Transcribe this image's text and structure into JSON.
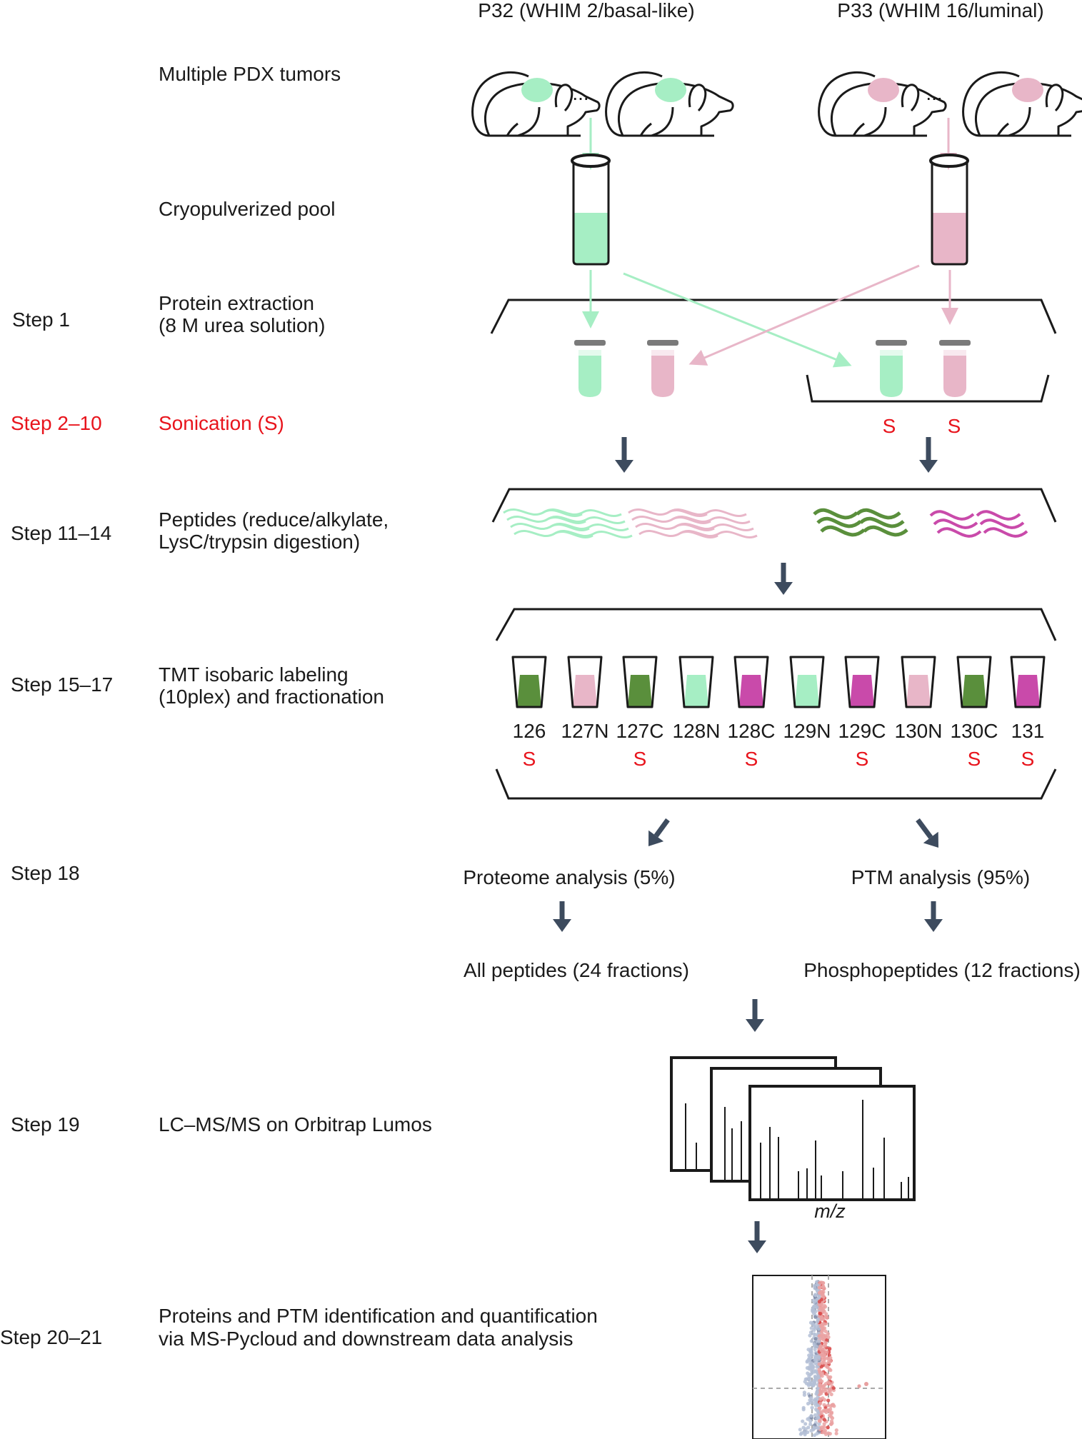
{
  "headers": {
    "p32": "P32 (WHIM 2/basal-like)",
    "p33": "P33 (WHIM 16/luminal)"
  },
  "rows": {
    "pdx": "Multiple PDX tumors",
    "cryo": "Cryopulverized pool",
    "step1_label": "Step 1",
    "step1_line1": "Protein extraction",
    "step1_line2": "(8 M urea solution)",
    "step2_label": "Step 2–10",
    "step2_text": "Sonication (S)",
    "step11_label": "Step 11–14",
    "step11_line1": "Peptides (reduce/alkylate,",
    "step11_line2": "LysC/trypsin digestion)",
    "step15_label": "Step 15–17",
    "step15_line1": "TMT isobaric labeling",
    "step15_line2": "(10plex) and fractionation",
    "step18_label": "Step 18",
    "step19_label": "Step 19",
    "step19_text": "LC–MS/MS on Orbitrap Lumos",
    "step20_label": "Step 20–21",
    "step20_line1": "Proteins and PTM identification and quantification",
    "step20_line2": "via MS-Pycloud and downstream data analysis"
  },
  "ellipsis": "...",
  "sonication_marker": "S",
  "tmt_channels": [
    {
      "label": "126",
      "color": "dark-green",
      "sonicated": true
    },
    {
      "label": "127N",
      "color": "light-pink",
      "sonicated": false
    },
    {
      "label": "127C",
      "color": "dark-green",
      "sonicated": true
    },
    {
      "label": "128N",
      "color": "light-green",
      "sonicated": false
    },
    {
      "label": "128C",
      "color": "magenta",
      "sonicated": true
    },
    {
      "label": "129N",
      "color": "light-green",
      "sonicated": false
    },
    {
      "label": "129C",
      "color": "magenta",
      "sonicated": true
    },
    {
      "label": "130N",
      "color": "light-pink",
      "sonicated": false
    },
    {
      "label": "130C",
      "color": "dark-green",
      "sonicated": true
    },
    {
      "label": "131",
      "color": "magenta",
      "sonicated": true
    }
  ],
  "analysis": {
    "proteome": "Proteome analysis (5%)",
    "ptm": "PTM analysis (95%)",
    "all_peptides": "All peptides (24 fractions)",
    "phosphopeptides": "Phosphopeptides (12 fractions)"
  },
  "spectrum_axis": "m/z",
  "colors": {
    "light-green": "#a6eec4",
    "light-pink": "#e8b6c8",
    "dark-green": "#5a8f3c",
    "magenta": "#c94aaa",
    "arrow": "#3d4b5e",
    "red": "#e8141c",
    "green-arrow": "#a6eec4",
    "pink-arrow": "#e8b6c8"
  }
}
